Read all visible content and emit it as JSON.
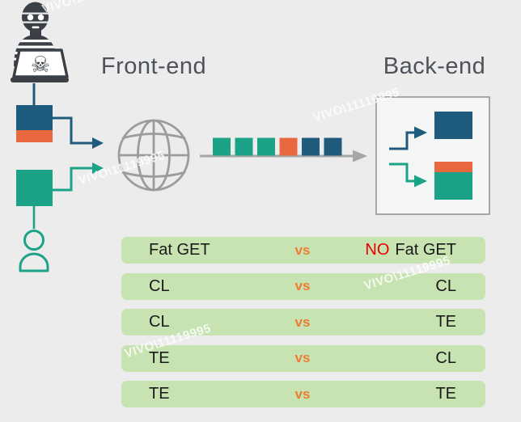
{
  "headings": {
    "front_end": "Front-end",
    "back_end": "Back-end"
  },
  "watermark": {
    "text": "VIVO\\11119995"
  },
  "icons": {
    "hacker": "hacker-laptop-skull-icon",
    "skull_glyph": "☠",
    "user": "user-icon",
    "globe": "globe-icon",
    "stream": "request-stream-arrow"
  },
  "flow": {
    "attacker_request_segments": [
      "blue",
      "orange"
    ],
    "user_request_segments": [
      "teal"
    ],
    "stream_squares": [
      "teal",
      "teal",
      "teal",
      "orange",
      "blue",
      "blue"
    ],
    "backend_top_block_segments": [
      "blue"
    ],
    "backend_bottom_block_segments": [
      "orange",
      "teal"
    ]
  },
  "colors": {
    "blue": "#1E5B7C",
    "orange": "#E8693F",
    "teal": "#1CA287",
    "gray_arrow": "#A6A6A6",
    "globe_gray": "#9C9C9C",
    "icon_dark": "#3A4046",
    "row_bg": "#C8E3B2",
    "vs_orange": "#ED7D31",
    "no_red": "#E80000",
    "heading_gray": "#4E535B",
    "background": "#ECECEC"
  },
  "comparison_table": {
    "rows": [
      {
        "left": "Fat GET",
        "vs": "vs",
        "right_no": "NO",
        "right": "Fat GET"
      },
      {
        "left": "CL",
        "vs": "vs",
        "right": "CL"
      },
      {
        "left": "CL",
        "vs": "vs",
        "right": "TE"
      },
      {
        "left": "TE",
        "vs": "vs",
        "right": "CL"
      },
      {
        "left": "TE",
        "vs": "vs",
        "right": "TE"
      }
    ]
  }
}
